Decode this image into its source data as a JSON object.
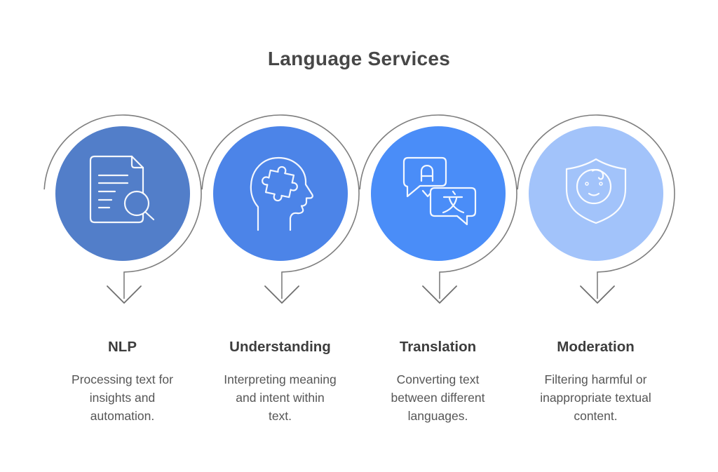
{
  "header": {
    "title": "Language Services"
  },
  "colors": {
    "background": "#FFFFFF",
    "ring": "#7E7E7E",
    "arrow": "#6F6F6F",
    "title_text": "#474747",
    "heading_text": "#3D3D3D",
    "body_text": "#565656",
    "icon_stroke": "#FFFFFF"
  },
  "items": [
    {
      "heading": "NLP",
      "description": "Processing text for\ninsights and\nautomation.",
      "icon": "document-search-icon",
      "circle_color": "#527EC9"
    },
    {
      "heading": "Understanding",
      "description": "Interpreting meaning\nand intent within\ntext.",
      "icon": "head-puzzle-icon",
      "circle_color": "#4C84E8"
    },
    {
      "heading": "Translation",
      "description": "Converting text\nbetween different\nlanguages.",
      "icon": "translate-bubbles-icon",
      "circle_color": "#4A8DF8"
    },
    {
      "heading": "Moderation",
      "description": "Filtering harmful or\ninappropriate textual\ncontent.",
      "icon": "shield-face-icon",
      "circle_color": "#A2C3FA"
    }
  ]
}
